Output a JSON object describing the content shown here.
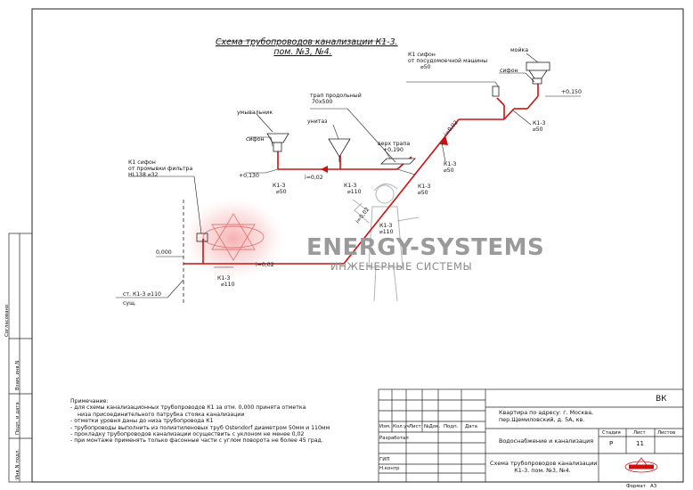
{
  "title_lines": [
    "Схема трубопроводов канализации К1-3.",
    "пом. №3, №4."
  ],
  "labels": {
    "k1_siphon_dishwasher": [
      "К1  сифон",
      "от посудомоечной машины",
      "⌀50"
    ],
    "sink": "мойка",
    "siphon_sink": "сифон",
    "level_0150": "+0,150",
    "k1_3_50_right": [
      "К1-3",
      "⌀50"
    ],
    "floor_drain": [
      "трап продольный",
      "70х500"
    ],
    "toilet": "унитаз",
    "trap_top": [
      "верх трапа",
      "+0,190"
    ],
    "washbasin": "умывальник",
    "siphon_washbasin": "сифон",
    "k1_3_50_mid": [
      "К1-3",
      "⌀50"
    ],
    "slope_002_right": "i=0,02",
    "k1_3_50_center": [
      "К1-3",
      "⌀50"
    ],
    "level_0130": "+0,130",
    "slope_002_top": "i=0,02",
    "k1_3_50_left": [
      "К1-3",
      "⌀50"
    ],
    "k1_3_110_upper": [
      "К1-3",
      "⌀110"
    ],
    "k1_siphon_filter": [
      "К1  сифон",
      "от промывки фильтра",
      "HL138  ⌀32"
    ],
    "slope_002_diag": "i=0,02",
    "k1_3_110_diag": [
      "К1-3",
      "⌀110"
    ],
    "level_0000": "0,000",
    "slope_002_bottom": "i=0,02",
    "k1_3_110_bottom": [
      "К1-3",
      "⌀110"
    ],
    "riser": [
      "ст. К1-3  ⌀110",
      "сущ."
    ]
  },
  "watermark": {
    "line1": "ENERGY-SYSTEMS",
    "line2": "ИНЖЕНЕРНЫЕ СИСТЕМЫ"
  },
  "notes": [
    "Примечание:",
    "- для схемы канализационных трубопроводов К1 за отм. 0,000 принята отметка",
    "  низа присоединительного патрубка стояка канализации",
    "- отметки уровня даны до низа трубопровода К1",
    "- трубопроводы выполнить из полиэтиленовых труб Ostendorf диаметром 50мм и 110мм",
    "- прокладку трубопроводов канализации осуществить с уклоном не менее 0,02",
    "- при монтаже применять только фасонные части с углом поворота не более 45 град."
  ],
  "side_stamp": [
    "Согласовано",
    "Взам. инв.N",
    "Подп. и дата",
    "Инв.N подл."
  ],
  "title_block": {
    "code": "ВК",
    "columns": [
      "Изм.",
      "Кол.уч",
      "Лист",
      "№Док.",
      "Подп.",
      "Дата"
    ],
    "roles": [
      "Разработал",
      "ГИП",
      "Н.контр"
    ],
    "address": [
      "Квартира по адресу:  г. Москва,",
      "пер.Щемиловский, д. 5А, кв."
    ],
    "section": "Водоснабжение и канализация",
    "stage_headers": [
      "Стадия",
      "Лист",
      "Листов"
    ],
    "stage": "Р",
    "sheet": "11",
    "sheets": "",
    "drawing_title": [
      "Схема трубопроводов канализации",
      "К1-3.  пом. №3, №4."
    ],
    "format_label": "Формат",
    "format": "А3"
  },
  "colors": {
    "pipe": "#cc1010",
    "line": "#222222"
  }
}
